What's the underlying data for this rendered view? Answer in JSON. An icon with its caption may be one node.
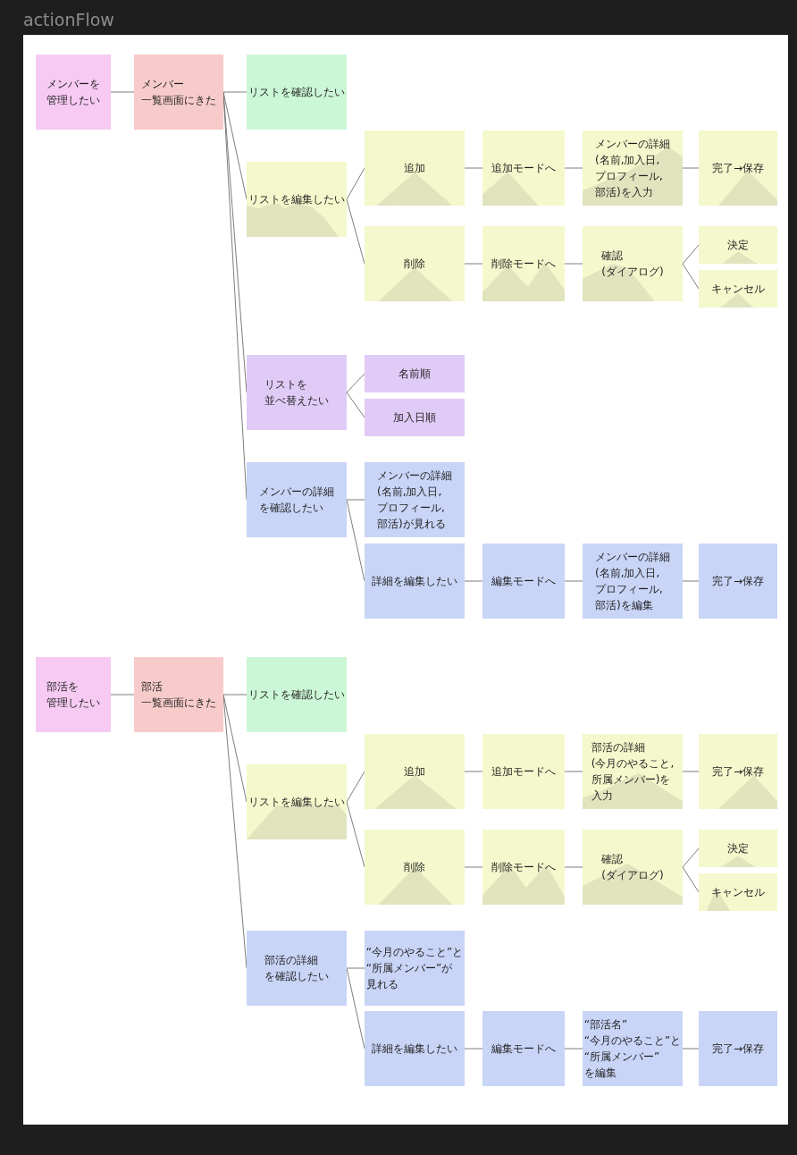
{
  "diagram": {
    "title": "actionFlow",
    "nodes": [
      {
        "text": [
          "メンバーを管理したい"
        ]
      },
      {
        "text": [
          "メンバー一覧画面にきた"
        ]
      },
      {
        "text": [
          "リストを確認したい"
        ]
      },
      {
        "text": [
          "リストを編集したい"
        ]
      },
      {
        "text": [
          "追加"
        ]
      },
      {
        "text": [
          "追加モードへ"
        ]
      },
      {
        "text": [
          "メンバーの詳細(名前,加入日,プロフィール,部活)を入力"
        ]
      },
      {
        "text": [
          "完了→保存"
        ]
      },
      {
        "text": [
          "削除"
        ]
      },
      {
        "text": [
          "削除モードへ"
        ]
      },
      {
        "text": [
          "確認(ダイアログ)"
        ]
      },
      {
        "text": [
          "決定"
        ]
      },
      {
        "text": [
          "キャンセル"
        ]
      },
      {
        "text": [
          "リストを並べ替えたい"
        ]
      },
      {
        "text": [
          "名前順"
        ]
      },
      {
        "text": [
          "加入日順"
        ]
      },
      {
        "text": [
          "メンバーの詳細を確認したい"
        ]
      },
      {
        "text": [
          "メンバーの詳細(名前,加入日,プロフィール,部活)が見れる"
        ]
      },
      {
        "text": [
          "詳細を編集したい"
        ]
      },
      {
        "text": [
          "編集モードへ"
        ]
      },
      {
        "text": [
          "メンバーの詳細(名前,加入日,プロフィール,部活)を編集"
        ]
      },
      {
        "text": [
          "完了→保存"
        ]
      },
      {
        "text": [
          "部活を管理したい"
        ]
      },
      {
        "text": [
          "部活一覧画面にきた"
        ]
      },
      {
        "text": [
          "リストを確認したい"
        ]
      },
      {
        "text": [
          "リストを編集したい"
        ]
      },
      {
        "text": [
          "追加"
        ]
      },
      {
        "text": [
          "追加モードへ"
        ]
      },
      {
        "text": [
          "部活の詳細(今月のやること,所属メンバー)を入力"
        ]
      },
      {
        "text": [
          "完了→保存"
        ]
      },
      {
        "text": [
          "削除"
        ]
      },
      {
        "text": [
          "削除モードへ"
        ]
      },
      {
        "text": [
          "確認(ダイアログ)"
        ]
      },
      {
        "text": [
          "決定"
        ]
      },
      {
        "text": [
          "キャンセル"
        ]
      },
      {
        "text": [
          "部活の詳細を確認したい"
        ]
      },
      {
        "text": [
          "“今月のやること”と“所属メンバー”が見れる"
        ]
      },
      {
        "text": [
          "詳細を編集したい"
        ]
      },
      {
        "text": [
          "編集モードへ"
        ]
      },
      {
        "text": [
          "“部活名”“今月のやること”と“所属メンバー”を編集"
        ]
      },
      {
        "text": [
          "完了→保存"
        ]
      }
    ],
    "edges": [
      {
        "from": 0,
        "to": 1,
        "arrow": "none"
      },
      {
        "from": 1,
        "to": 2,
        "arrow": "none"
      },
      {
        "from": 1,
        "to": 3,
        "arrow": "none"
      },
      {
        "from": 1,
        "to": 13,
        "arrow": "none"
      },
      {
        "from": 1,
        "to": 16,
        "arrow": "none"
      },
      {
        "from": 3,
        "to": 4,
        "arrow": "none"
      },
      {
        "from": 3,
        "to": 8,
        "arrow": "none"
      },
      {
        "from": 4,
        "to": 5,
        "arrow": "none"
      },
      {
        "from": 5,
        "to": 6,
        "arrow": "none"
      },
      {
        "from": 6,
        "to": 7,
        "arrow": "none"
      },
      {
        "from": 8,
        "to": 9,
        "arrow": "none"
      },
      {
        "from": 9,
        "to": 10,
        "arrow": "none"
      },
      {
        "from": 10,
        "to": 11,
        "arrow": "none"
      },
      {
        "from": 10,
        "to": 12,
        "arrow": "none"
      },
      {
        "from": 13,
        "to": 14,
        "arrow": "none"
      },
      {
        "from": 13,
        "to": 15,
        "arrow": "none"
      },
      {
        "from": 16,
        "to": 17,
        "arrow": "none"
      },
      {
        "from": 16,
        "to": 18,
        "arrow": "none"
      },
      {
        "from": 18,
        "to": 19,
        "arrow": "none"
      },
      {
        "from": 19,
        "to": 20,
        "arrow": "none"
      },
      {
        "from": 20,
        "to": 21,
        "arrow": "none"
      },
      {
        "from": 22,
        "to": 23,
        "arrow": "none"
      },
      {
        "from": 23,
        "to": 24,
        "arrow": "none"
      },
      {
        "from": 23,
        "to": 25,
        "arrow": "none"
      },
      {
        "from": 23,
        "to": 35,
        "arrow": "none"
      },
      {
        "from": 25,
        "to": 26,
        "arrow": "none"
      },
      {
        "from": 25,
        "to": 30,
        "arrow": "none"
      },
      {
        "from": 26,
        "to": 27,
        "arrow": "none"
      },
      {
        "from": 27,
        "to": 28,
        "arrow": "none"
      },
      {
        "from": 28,
        "to": 29,
        "arrow": "none"
      },
      {
        "from": 30,
        "to": 31,
        "arrow": "none"
      },
      {
        "from": 31,
        "to": 32,
        "arrow": "none"
      },
      {
        "from": 32,
        "to": 33,
        "arrow": "none"
      },
      {
        "from": 32,
        "to": 34,
        "arrow": "none"
      },
      {
        "from": 35,
        "to": 36,
        "arrow": "none"
      },
      {
        "from": 35,
        "to": 37,
        "arrow": "none"
      },
      {
        "from": 37,
        "to": 38,
        "arrow": "none"
      },
      {
        "from": 38,
        "to": 39,
        "arrow": "none"
      },
      {
        "from": 39,
        "to": 40,
        "arrow": "none"
      }
    ]
  }
}
